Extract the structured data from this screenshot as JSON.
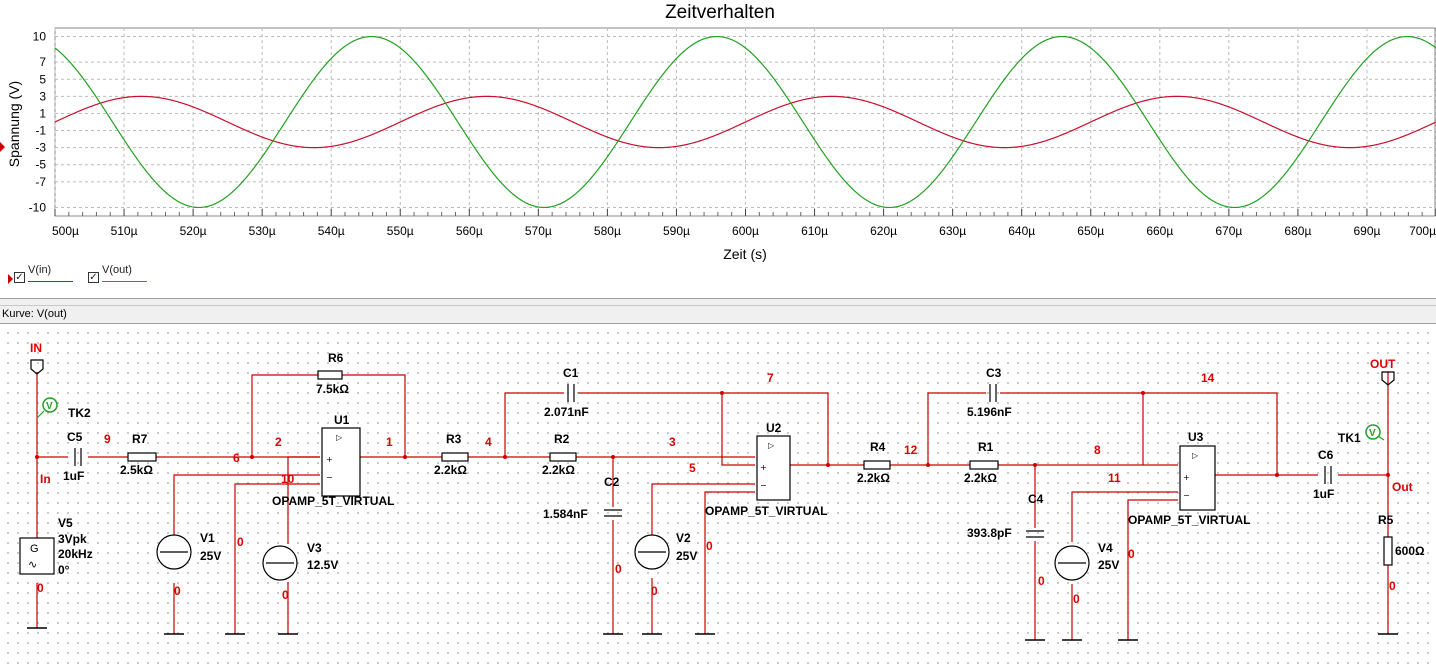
{
  "grapher": {
    "chart_data": {
      "type": "line",
      "title": "Zeitverhalten",
      "xlabel": "Zeit (s)",
      "ylabel": "Spannung (V)",
      "xlim": [
        500,
        700
      ],
      "ylim": [
        -11,
        11
      ],
      "x_unit": "µ",
      "x_ticks": [
        "500µ",
        "510µ",
        "520µ",
        "530µ",
        "540µ",
        "550µ",
        "560µ",
        "570µ",
        "580µ",
        "590µ",
        "600µ",
        "610µ",
        "620µ",
        "630µ",
        "640µ",
        "650µ",
        "660µ",
        "670µ",
        "680µ",
        "690µ",
        "700µ"
      ],
      "y_ticks": [
        "10",
        "7",
        "5",
        "3",
        "1",
        "-1",
        "-3",
        "-5",
        "-7",
        "-10"
      ],
      "grid": "on",
      "legend_position": "bottom-left",
      "series": [
        {
          "name": "V(in)",
          "color": "#c8102e",
          "amplitude": 3,
          "period_us": 50,
          "phase_deg": 0,
          "sample_x": [
            500,
            512.5,
            525,
            537.5,
            550,
            562.5,
            575,
            587.5,
            600,
            612.5,
            625,
            637.5,
            650,
            662.5,
            675,
            687.5,
            700
          ],
          "sample_y": [
            0,
            3,
            0,
            -3,
            0,
            3,
            0,
            -3,
            0,
            3,
            0,
            -3,
            0,
            3,
            0,
            -3,
            0
          ]
        },
        {
          "name": "V(out)",
          "color": "#22a022",
          "amplitude": 10,
          "period_us": 50,
          "phase_deg": 120,
          "sample_x": [
            500,
            521.3,
            546.3,
            571.3,
            596.3,
            621.3,
            646.3,
            671.3,
            696.3,
            700
          ],
          "sample_y": [
            8.7,
            -10,
            10,
            -10,
            10,
            -10,
            10,
            -10,
            10,
            9.6
          ]
        }
      ]
    },
    "legend": [
      {
        "label": "V(in)",
        "checked": true,
        "color": "#c8102e"
      },
      {
        "label": "V(out)",
        "checked": true,
        "color": "#22a022"
      }
    ]
  },
  "status_bar": {
    "text": "Kurve: V(out)"
  },
  "schematic": {
    "ports": {
      "in": "IN",
      "out": "OUT",
      "in_net": "In",
      "out_net": "Out"
    },
    "probes": [
      {
        "label": "TK2"
      },
      {
        "label": "TK1"
      }
    ],
    "opamp_model": "OPAMP_5T_VIRTUAL",
    "opamps": [
      "U1",
      "U2",
      "U3"
    ],
    "resistors": [
      {
        "ref": "R6",
        "value": "7.5kΩ"
      },
      {
        "ref": "R7",
        "value": "2.5kΩ"
      },
      {
        "ref": "R3",
        "value": "2.2kΩ"
      },
      {
        "ref": "R2",
        "value": "2.2kΩ"
      },
      {
        "ref": "R4",
        "value": "2.2kΩ"
      },
      {
        "ref": "R1",
        "value": "2.2kΩ"
      },
      {
        "ref": "R5",
        "value": "600Ω"
      }
    ],
    "capacitors": [
      {
        "ref": "C5",
        "value": "1uF"
      },
      {
        "ref": "C1",
        "value": "2.071nF"
      },
      {
        "ref": "C2",
        "value": "1.584nF"
      },
      {
        "ref": "C3",
        "value": "5.196nF"
      },
      {
        "ref": "C4",
        "value": "393.8pF"
      },
      {
        "ref": "C6",
        "value": "1uF"
      }
    ],
    "sources": [
      {
        "ref": "V5",
        "lines": [
          "3Vpk",
          "20kHz",
          "0°"
        ],
        "symbol": "G"
      },
      {
        "ref": "V1",
        "value": "25V"
      },
      {
        "ref": "V3",
        "value": "12.5V"
      },
      {
        "ref": "V2",
        "value": "25V"
      },
      {
        "ref": "V4",
        "value": "25V"
      }
    ],
    "nodes": [
      "9",
      "6",
      "2",
      "1",
      "10",
      "0",
      "4",
      "3",
      "7",
      "5",
      "12",
      "8",
      "14",
      "11"
    ]
  }
}
